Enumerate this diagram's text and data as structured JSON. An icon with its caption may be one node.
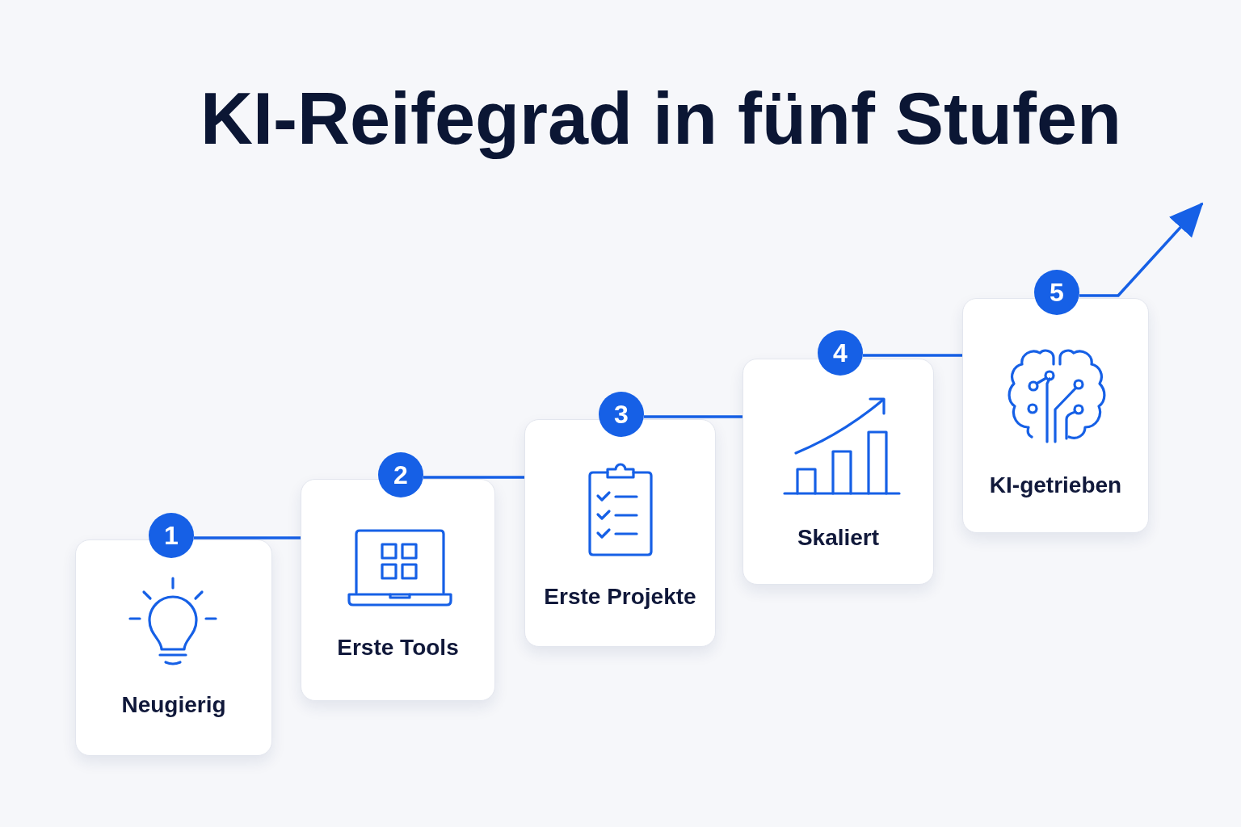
{
  "diagram": {
    "title": "KI-Reifegrad in fünf Stufen",
    "nodes": [
      {
        "text": [
          "1"
        ]
      },
      {
        "text": [
          "Neugierig"
        ]
      },
      {
        "text": [
          "2"
        ]
      },
      {
        "text": [
          "Erste Tools"
        ]
      },
      {
        "text": [
          "3"
        ]
      },
      {
        "text": [
          "Erste Projekte"
        ]
      },
      {
        "text": [
          "4"
        ]
      },
      {
        "text": [
          "Skaliert"
        ]
      },
      {
        "text": [
          "5"
        ]
      },
      {
        "text": [
          "KI-getrieben"
        ]
      }
    ],
    "edges": [
      {
        "from": 0,
        "to": 3,
        "arrow": "none"
      },
      {
        "from": 2,
        "to": 5,
        "arrow": "none"
      },
      {
        "from": 4,
        "to": 7,
        "arrow": "none"
      },
      {
        "from": 6,
        "to": 9,
        "arrow": "none"
      },
      {
        "from": 8,
        "to": null,
        "arrow": "to"
      }
    ]
  }
}
